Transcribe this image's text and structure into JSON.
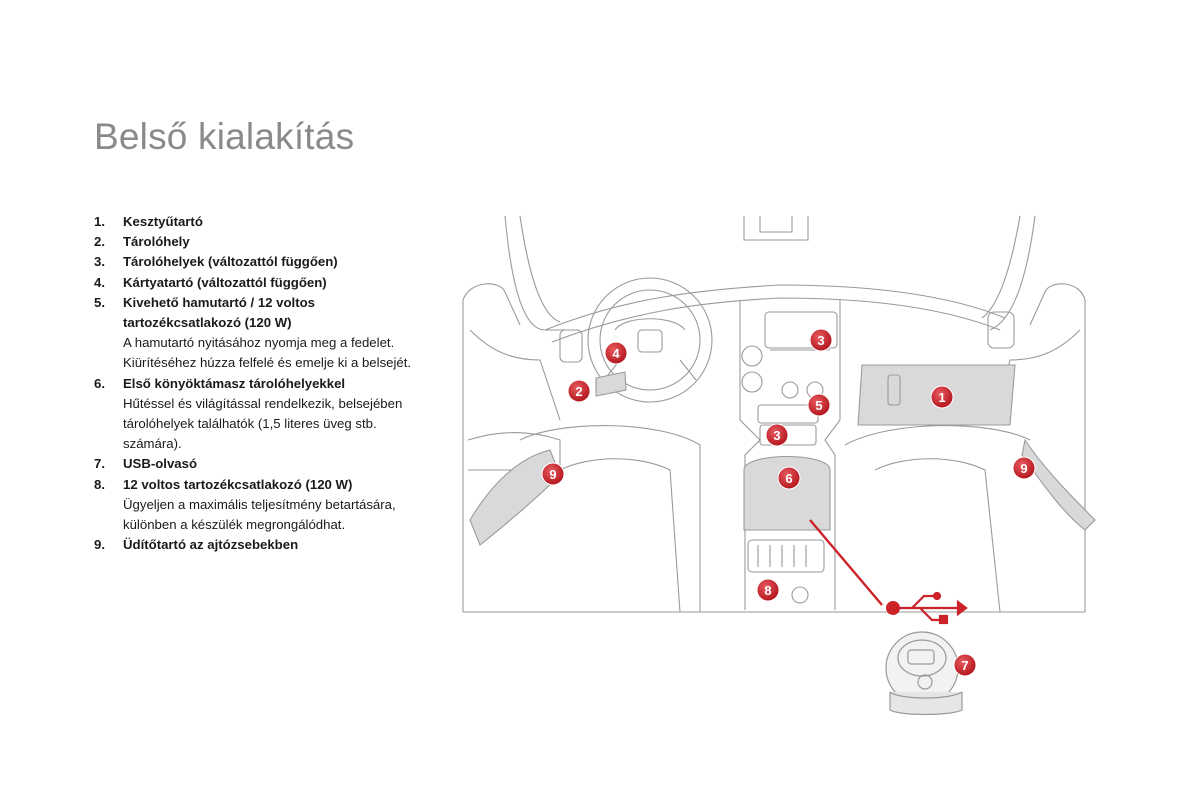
{
  "page": {
    "title": "Belső kialakítás"
  },
  "legend": [
    {
      "num": "1.",
      "label": "Kesztyűtartó",
      "desc": []
    },
    {
      "num": "2.",
      "label": "Tárolóhely",
      "desc": []
    },
    {
      "num": "3.",
      "label": "Tárolóhelyek (változattól függően)",
      "desc": []
    },
    {
      "num": "4.",
      "label": "Kártyatartó (változattól függően)",
      "desc": []
    },
    {
      "num": "5.",
      "label": "Kivehető hamutartó / 12 voltos tartozékcsatlakozó (120 W)",
      "desc": [
        "A hamutartó nyitásához nyomja meg a fedelet.",
        "Kiürítéséhez húzza felfelé és emelje ki a belsejét."
      ]
    },
    {
      "num": "6.",
      "label": "Első könyöktámasz tárolóhelyekkel",
      "desc": [
        "Hűtéssel és világítással rendelkezik, belsejében tárolóhelyek találhatók (1,5 literes üveg stb. számára)."
      ]
    },
    {
      "num": "7.",
      "label": "USB-olvasó",
      "desc": []
    },
    {
      "num": "8.",
      "label": "12 voltos tartozékcsatlakozó (120 W)",
      "desc": [
        "Ügyeljen a maximális teljesítmény betartására, különben a készülék megrongálódhat."
      ]
    },
    {
      "num": "9.",
      "label": "Üdítőtartó az ajtózsebekben",
      "desc": []
    }
  ],
  "badges": {
    "b1": "1",
    "b2": "2",
    "b3a": "3",
    "b3b": "3",
    "b4": "4",
    "b5": "5",
    "b6": "6",
    "b7": "7",
    "b8": "8",
    "b9a": "9",
    "b9b": "9"
  },
  "colors": {
    "badge": "#cc2229",
    "line": "#9a9a9a",
    "highlight": "#d9d9d9",
    "title": "#8a8a8a"
  }
}
